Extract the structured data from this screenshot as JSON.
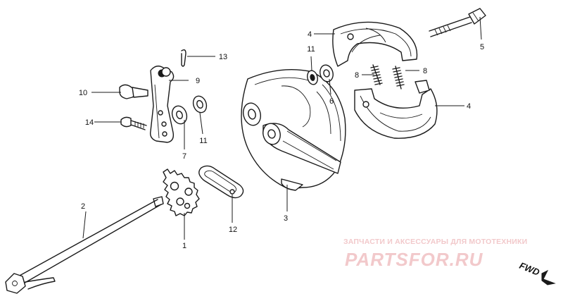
{
  "callouts": [
    {
      "id": "c1",
      "text": "1"
    },
    {
      "id": "c2",
      "text": "2"
    },
    {
      "id": "c3",
      "text": "3"
    },
    {
      "id": "c4a",
      "text": "4"
    },
    {
      "id": "c4b",
      "text": "4"
    },
    {
      "id": "c5",
      "text": "5"
    },
    {
      "id": "c6",
      "text": "6"
    },
    {
      "id": "c7",
      "text": "7"
    },
    {
      "id": "c8a",
      "text": "8"
    },
    {
      "id": "c8b",
      "text": "8"
    },
    {
      "id": "c9",
      "text": "9"
    },
    {
      "id": "c10",
      "text": "10"
    },
    {
      "id": "c11a",
      "text": "11"
    },
    {
      "id": "c11b",
      "text": "11"
    },
    {
      "id": "c12",
      "text": "12"
    },
    {
      "id": "c13",
      "text": "13"
    },
    {
      "id": "c14",
      "text": "14"
    }
  ],
  "watermark": {
    "tagline": "ЗАПЧАСТИ И АКСЕССУАРЫ ДЛЯ МОТОТЕХНИКИ",
    "logo": "PARTSFOR.RU",
    "color": "#f2c9cb"
  },
  "direction_label": "FWD"
}
